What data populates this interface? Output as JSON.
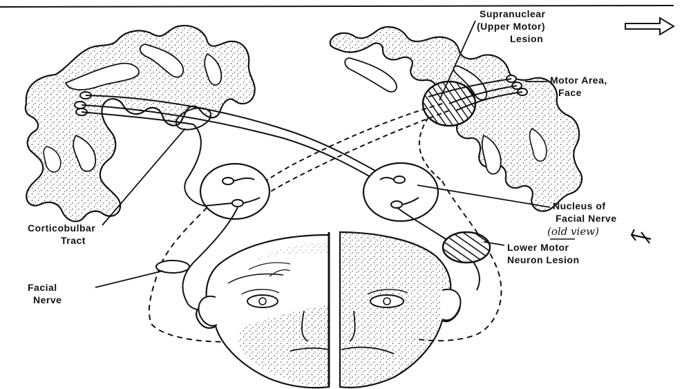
{
  "labels": {
    "supranuclear_line1": "Supranuclear",
    "supranuclear_line2": "(Upper Motor)",
    "supranuclear_line3": "Lesion",
    "motor_area_line1": "Motor Area,",
    "motor_area_line2": "Face",
    "nucleus_line1": "Nucleus  of",
    "nucleus_line2": "Facial Nerve",
    "nucleus_handwritten": "(old view)",
    "lower_motor_line1": "Lower Motor",
    "lower_motor_line2": "Neuron   Lesion",
    "corticobulbar_line1": "Corticobulbar",
    "corticobulbar_line2": "Tract",
    "facial_nerve_line1": "Facial",
    "facial_nerve_line2": "Nerve"
  },
  "icons": {
    "top_right_arrow": "hollow-right-arrow",
    "handwritten_arrow": "hand-drawn-arrow"
  },
  "colors": {
    "ink": "#111111",
    "paper": "#ffffff",
    "stipple": "#3a3a3a"
  }
}
